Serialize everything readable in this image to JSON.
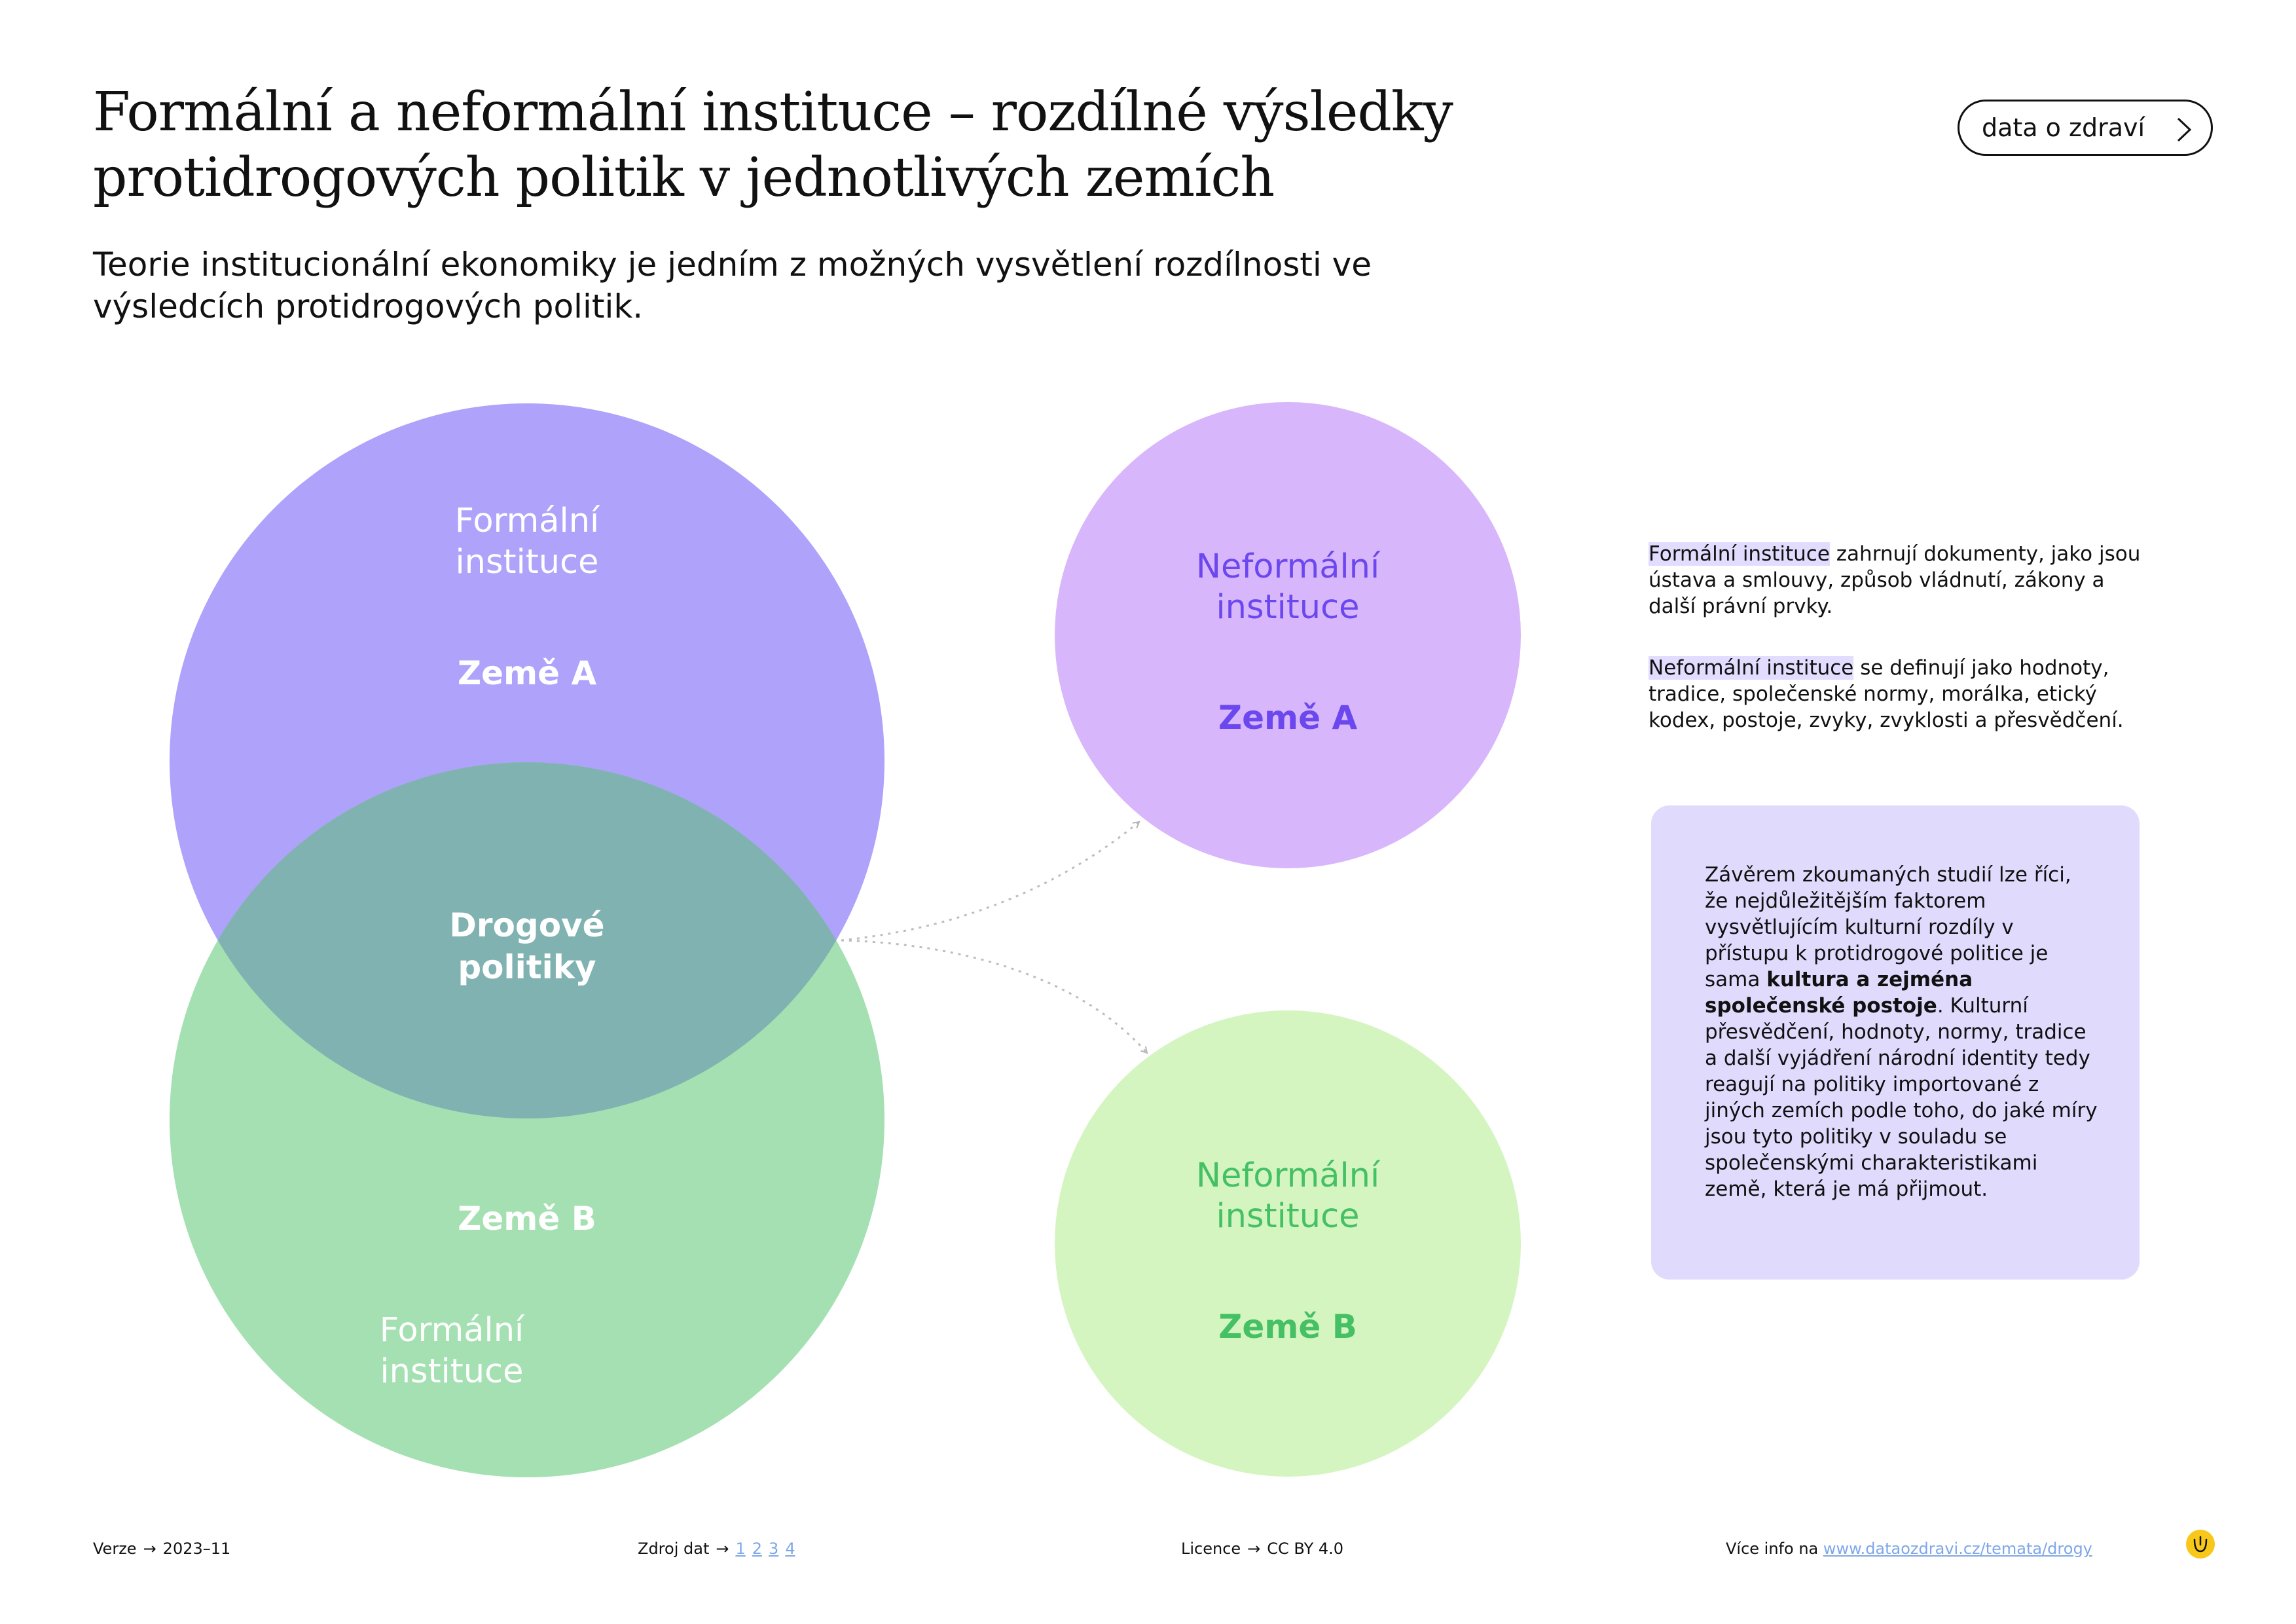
{
  "header": {
    "title": "Formální a neformální instituce – rozdílné výsledky protidrogových politik v jednotlivých zemích",
    "subtitle": "Teorie institucionální ekonomiky je jedním z možných vysvětlení rozdílnosti ve výsledcích protidrogových politik.",
    "nav_button": "data o zdraví"
  },
  "diagram": {
    "big_top": {
      "label_line1": "Formální",
      "label_line2": "instituce",
      "country": "Země A",
      "color": "#aea2fb"
    },
    "big_bottom": {
      "label_line1": "Formální",
      "label_line2": "instituce",
      "country": "Země B",
      "color": "#a4e0b2"
    },
    "overlap": {
      "line1": "Drogové",
      "line2": "politiky",
      "color": "#80b2b2"
    },
    "small_top": {
      "label_line1": "Neformální",
      "label_line2": "instituce",
      "country": "Země A",
      "color": "#d8b6fb",
      "text_color": "#6b48ee"
    },
    "small_bottom": {
      "label_line1": "Neformální",
      "label_line2": "instituce",
      "country": "Země B",
      "color": "#d4f5c0",
      "text_color": "#45c065"
    }
  },
  "definitions": {
    "formal_term": "Formální instituce",
    "formal_text": " zahrnují dokumenty, jako jsou ústava a smlouvy, způsob vládnutí, zákony a další právní prvky.",
    "informal_term": "Neformální instituce",
    "informal_text": " se definují jako hodnoty, tradice, společenské normy, morálka, etický kodex, postoje, zvyky, zvyklosti a přesvědčení."
  },
  "conclusion": {
    "text_before": "Závěrem zkoumaných studií lze říci, že nejdůležitějším faktorem vysvětlujícím kulturní rozdíly v přístupu k protidrogové politice je sama ",
    "text_bold": "kultura a zejména společenské postoje",
    "text_after": ". Kulturní přesvědčení, hodnoty, normy, tradice a další vyjádření národní identity tedy reagují na politiky importované z jiných zemích podle toho, do jaké míry jsou tyto politiky v souladu se společenskými charakteristikami země, která je má přijmout."
  },
  "footer": {
    "version_label": "Verze",
    "version_value": "2023–11",
    "source_label": "Zdroj dat",
    "sources": [
      "1",
      "2",
      "3",
      "4"
    ],
    "license_label": "Licence",
    "license_value": "CC BY 4.0",
    "more_info_label": "Více info na",
    "more_info_link": "www.dataozdravi.cz/temata/drogy",
    "arrow": "→"
  }
}
